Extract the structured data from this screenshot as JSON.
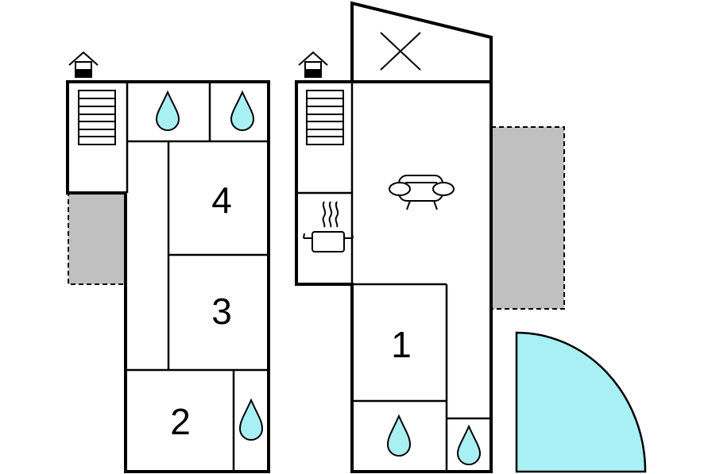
{
  "rooms": {
    "room_1": "1",
    "room_2": "2",
    "room_3": "3",
    "room_4": "4"
  },
  "icons": {
    "bathroom": "water-drop-icon",
    "stairs": "stairs-icon",
    "entrance": "entrance-house-icon",
    "living": "sofa-icon",
    "kitchen": "cooking-pot-icon",
    "open_void": "cross-icon"
  },
  "colors": {
    "water": "#a8f0f4",
    "terrace": "#c0c0c0",
    "walls": "#000000"
  }
}
